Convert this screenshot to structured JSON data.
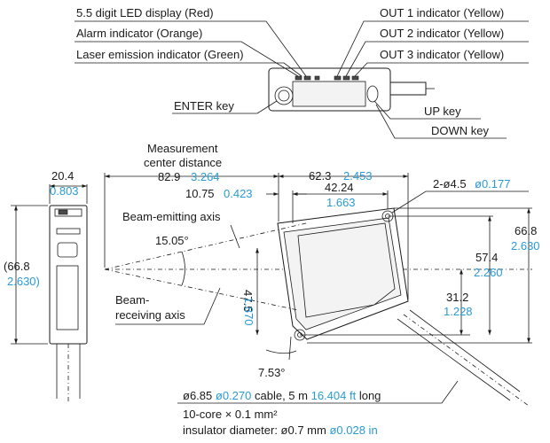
{
  "callouts": {
    "led_display": "5.5 digit LED display (Red)",
    "alarm": "Alarm indicator (Orange)",
    "laser": "Laser emission indicator (Green)",
    "out1": "OUT 1 indicator (Yellow)",
    "out2": "OUT 2 indicator (Yellow)",
    "out3": "OUT 3 indicator (Yellow)",
    "enter": "ENTER key",
    "up": "UP key",
    "down": "DOWN key"
  },
  "labels": {
    "measurement_center_1": "Measurement",
    "measurement_center_2": "center distance",
    "beam_emitting_axis": "Beam-emitting axis",
    "beam_receiving_1": "Beam-",
    "beam_receiving_2": "receiving axis",
    "cable_1": "ø6.85",
    "cable_1_in": "ø0.270",
    "cable_2": "cable, 5 m",
    "cable_2_ft": "16.404 ft",
    "cable_3": "long",
    "core": "10-core × 0.1 mm²",
    "insulator": "insulator diameter: ø0.7 mm",
    "insulator_in": "ø0.028 in"
  },
  "dims": {
    "w20_4": "20.4",
    "w20_4_in": "0.803",
    "d82_9": "82.9",
    "d82_9_in": "3.264",
    "d10_75": "10.75",
    "d10_75_in": "0.423",
    "d62_3": "62.3",
    "d62_3_in": "2.453",
    "d42_24": "42.24",
    "d42_24_in": "1.663",
    "hole": "2-ø4.5",
    "hole_in": "ø0.177",
    "angle_15": "15.05°",
    "angle_7": "7.53°",
    "h66_8_side": "(66.8",
    "h66_8_side_in": "2.630)",
    "h66_8": "66.8",
    "h66_8_in": "2.630",
    "h57_4": "57.4",
    "h57_4_in": "2.260",
    "h31_2": "31.2",
    "h31_2_in": "1.228",
    "h47_5": "47.5",
    "h47_5_in": "1.870"
  }
}
